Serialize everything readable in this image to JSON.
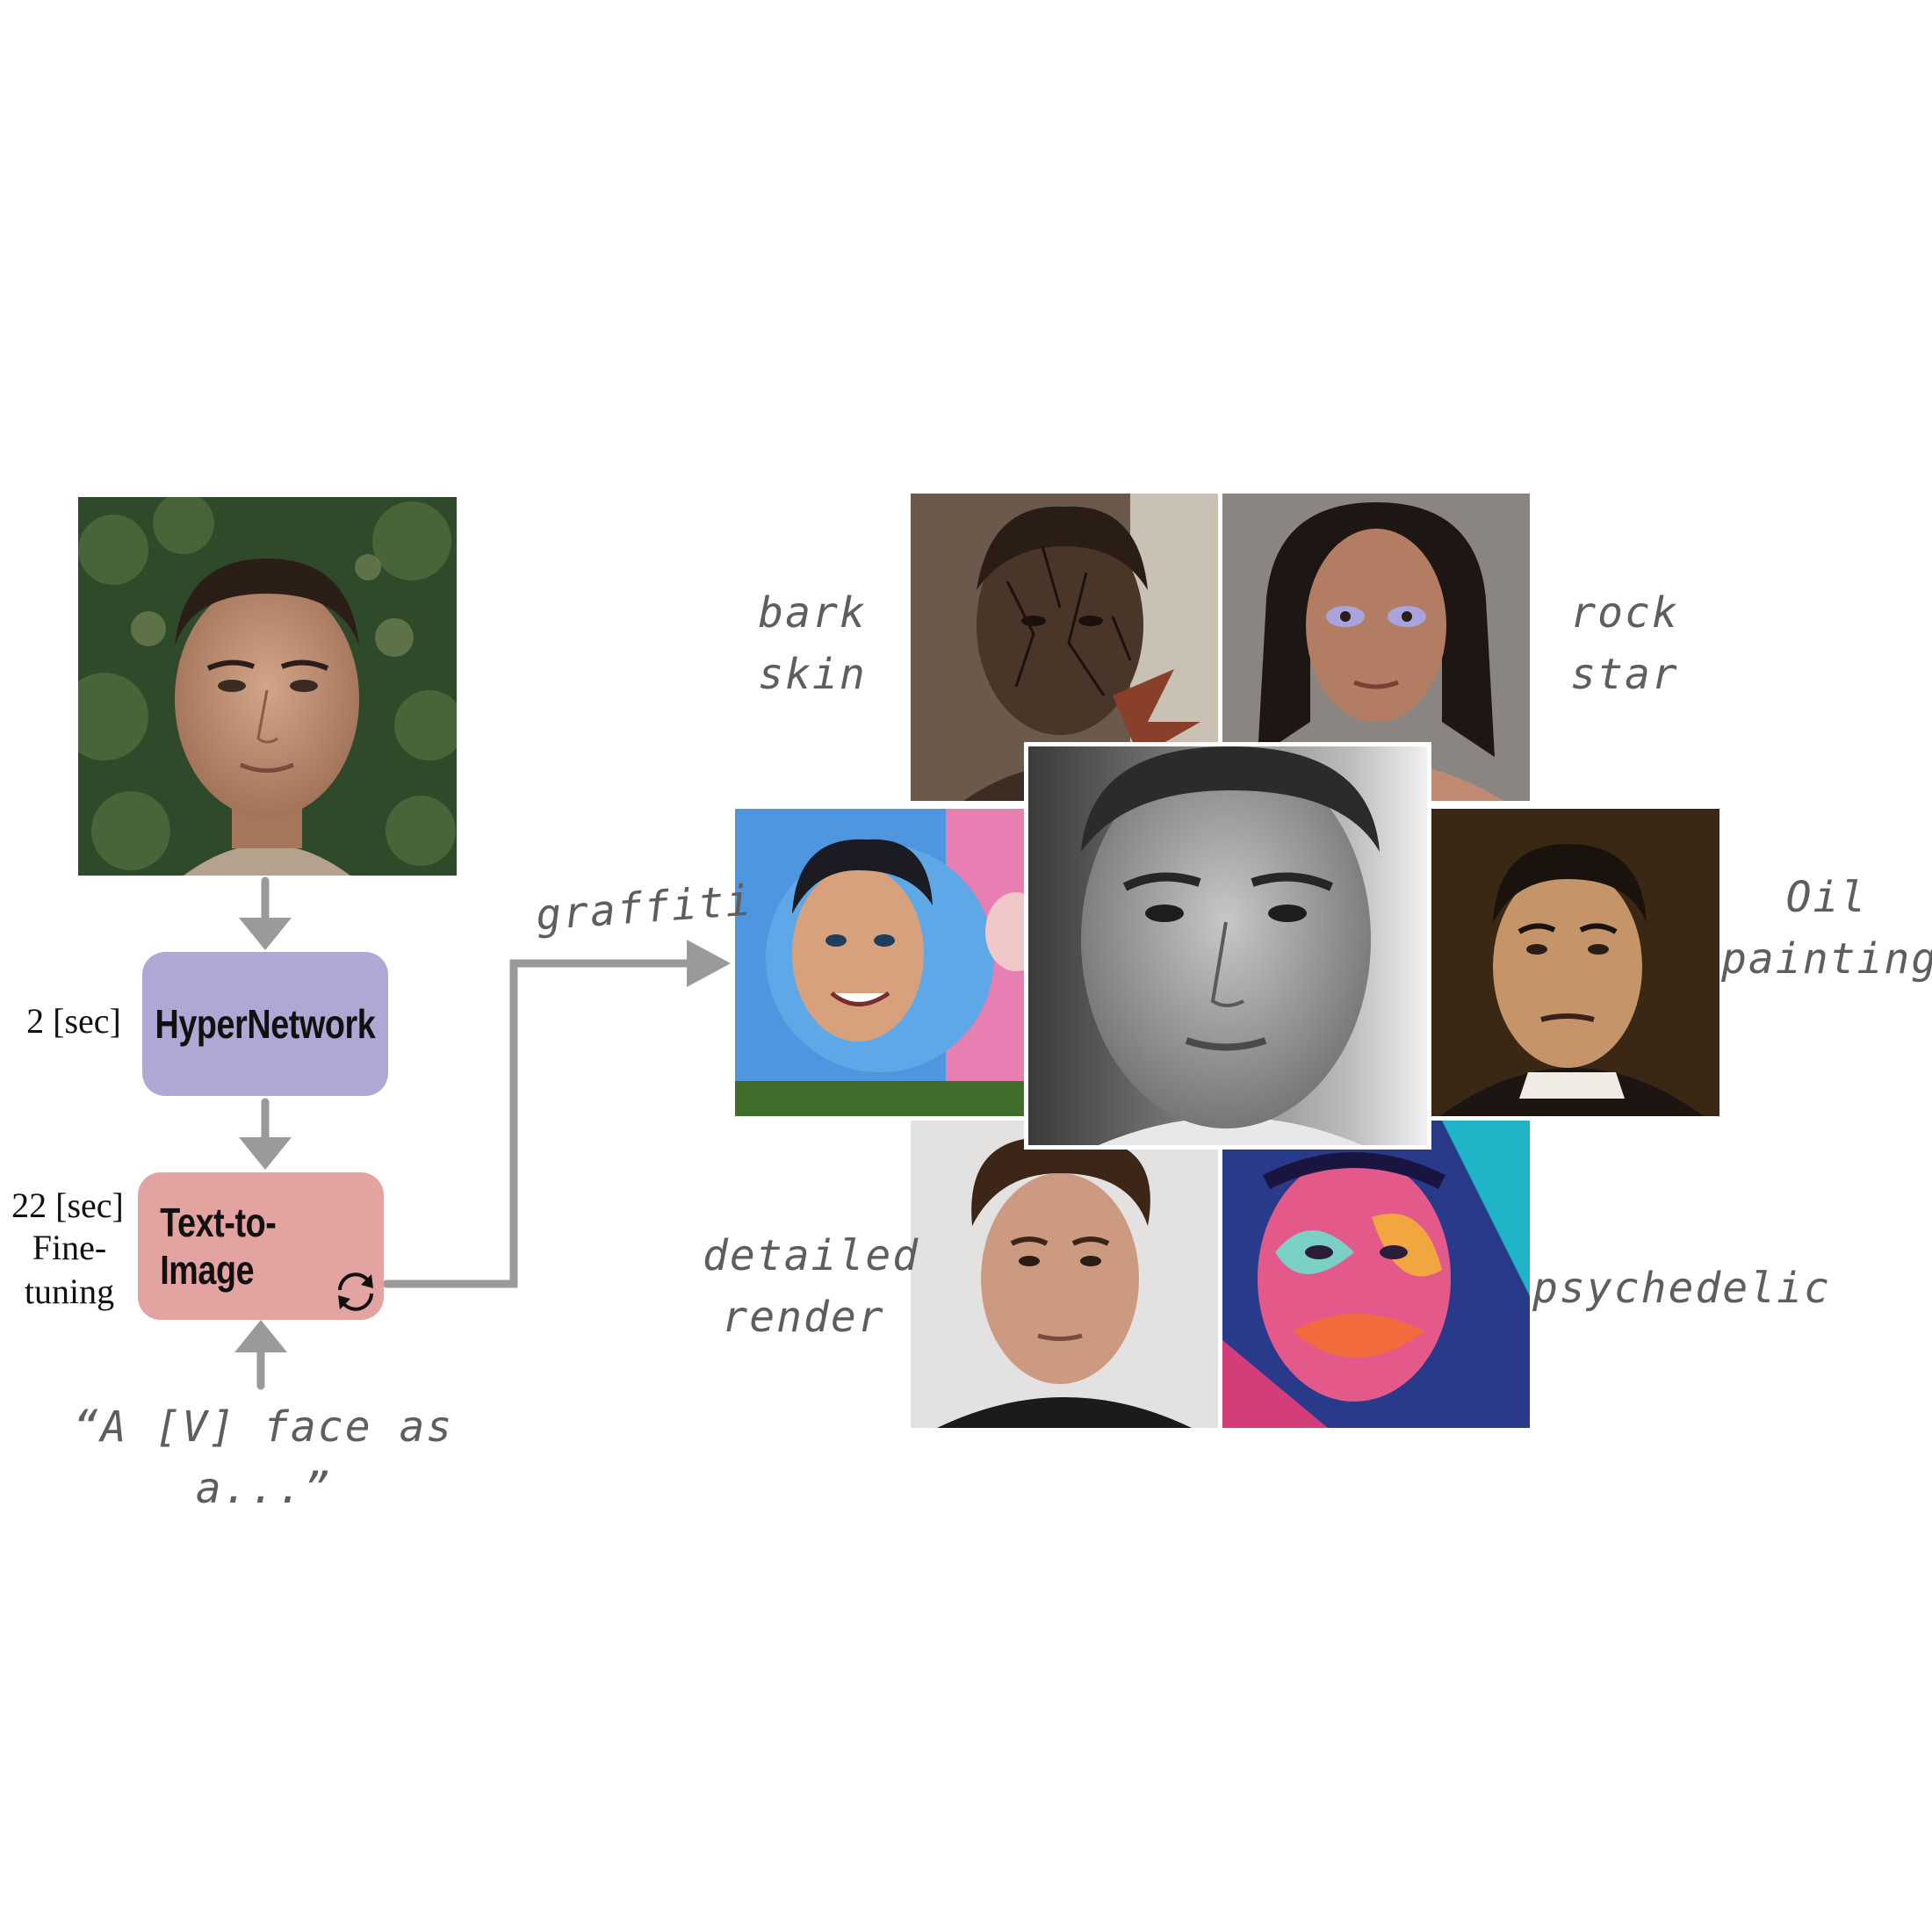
{
  "pipeline": {
    "hypernetwork": {
      "label": "HyperNetwork",
      "time": "2 [sec]",
      "color": "#b1a7d4"
    },
    "text_to_image": {
      "label": "Text-to-Image",
      "time": "22 [sec]",
      "fine1": "Fine-",
      "fine2": "tuning",
      "color": "#e2a3a1"
    },
    "prompt": "“A [V] face as a...”"
  },
  "styles": {
    "bark_skin": [
      "bark",
      "skin"
    ],
    "rock_star": [
      "rock",
      "star"
    ],
    "graffiti": "graffiti",
    "oil_painting": [
      "Oil",
      "painting"
    ],
    "detailed_render": [
      "detailed",
      "render"
    ],
    "psychedelic": "psychedelic"
  },
  "colors": {
    "arrow": "#9a9a9a",
    "handwriting": "#5e5e5e"
  }
}
